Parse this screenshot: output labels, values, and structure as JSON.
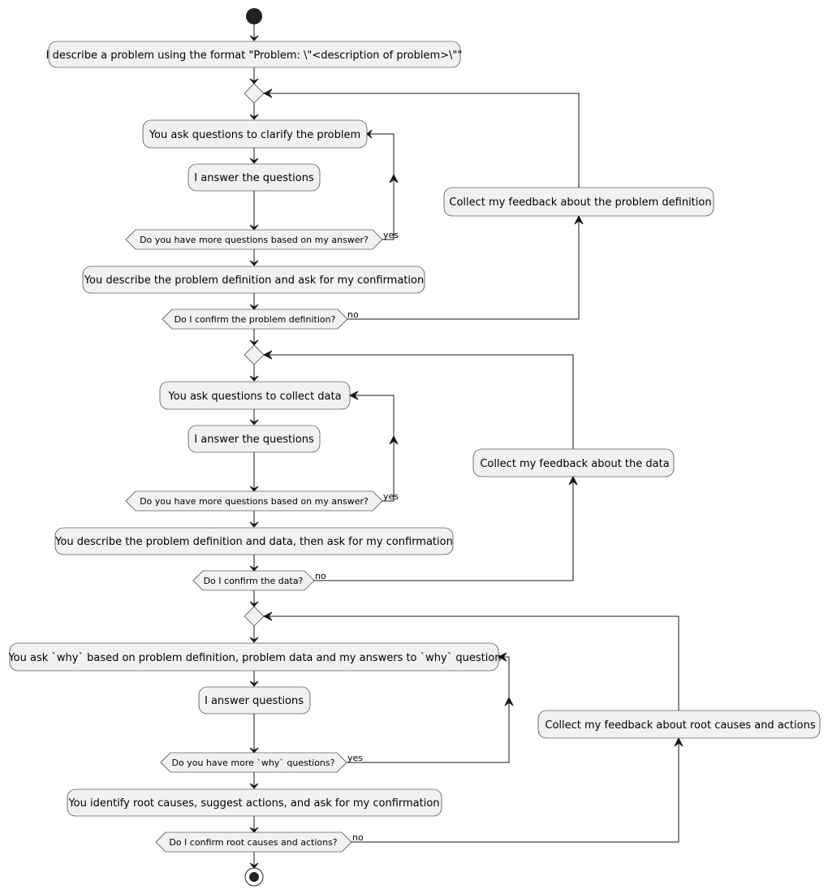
{
  "diagram": {
    "describe_problem": "I describe a problem using the format \"Problem: \\\"<description of problem>\\\"\"",
    "loop1": {
      "ask": "You ask questions to clarify the problem",
      "answer": "I answer the questions",
      "more_q": "Do you have more questions based on my answer?",
      "yes": "yes",
      "describe": "You describe the problem definition and ask for my confirmation",
      "confirm": "Do I confirm the problem definition?",
      "no": "no",
      "feedback": "Collect my feedback about the problem definition"
    },
    "loop2": {
      "ask": "You ask questions to collect data",
      "answer": "I answer the questions",
      "more_q": "Do you have more questions based on my answer?",
      "yes": "yes",
      "describe": "You describe the problem definition and data, then ask for my confirmation",
      "confirm": "Do I confirm the data?",
      "no": "no",
      "feedback": "Collect my feedback about the data"
    },
    "loop3": {
      "ask": "You ask `why` based on problem definition, problem data and my answers to `why` question",
      "answer": "I answer questions",
      "more_q": "Do you have more `why` questions?",
      "yes": "yes",
      "describe": "You identify root causes, suggest actions, and ask for my confirmation",
      "confirm": "Do I confirm root causes and actions?",
      "no": "no",
      "feedback": "Collect my feedback about root causes and actions"
    }
  }
}
